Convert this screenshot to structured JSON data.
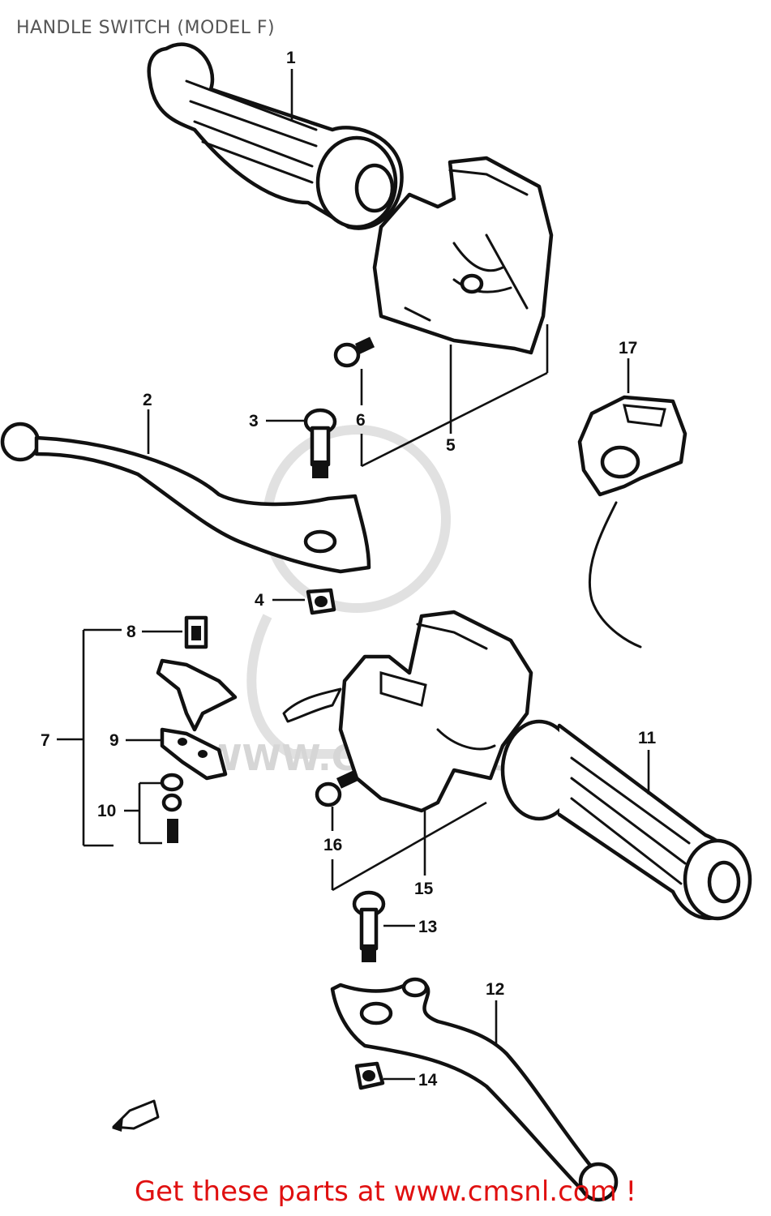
{
  "title": "HANDLE SWITCH (MODEL F)",
  "footer": "Get these parts at www.cmsnl.com !",
  "watermark": "WWW.CMSNL.COM",
  "colors": {
    "footer": "#e01010",
    "title": "#555555",
    "lines": "#111111"
  },
  "callouts": {
    "c1": "1",
    "c2": "2",
    "c3": "3",
    "c4": "4",
    "c5": "5",
    "c6": "6",
    "c7": "7",
    "c8": "8",
    "c9": "9",
    "c10": "10",
    "c11": "11",
    "c12": "12",
    "c13": "13",
    "c14": "14",
    "c15": "15",
    "c16": "16",
    "c17": "17"
  }
}
